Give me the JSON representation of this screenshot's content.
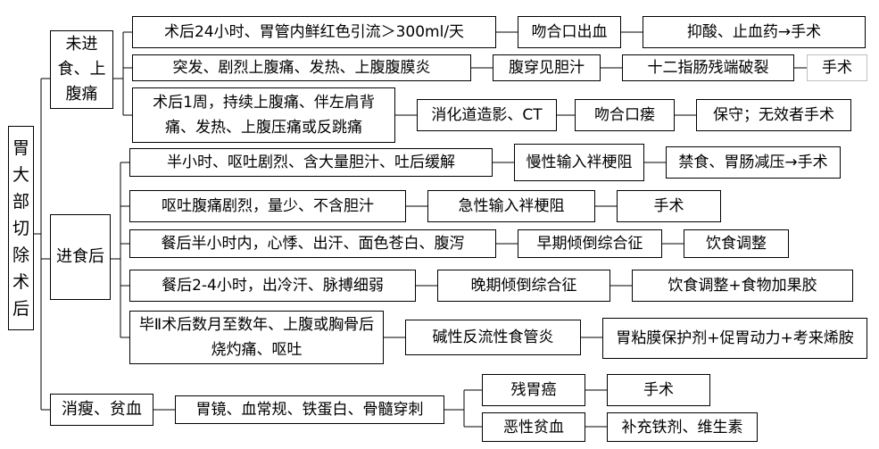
{
  "root": "胃大部切除术后",
  "groups": [
    {
      "label": "未进食、上腹痛",
      "rows": [
        {
          "condition": "术后24小时、胃管内鲜红色引流＞300ml/天",
          "diagnosis": "吻合口出血",
          "treatment": "抑酸、止血药→手术"
        },
        {
          "condition": "突发、剧烈上腹痛、发热、上腹腹膜炎",
          "diagnosis": "腹穿见胆汁",
          "finding": "十二指肠残端破裂",
          "treatment": "手术"
        },
        {
          "condition": "术后1周，持续上腹痛、伴左肩背痛、发热、上腹压痛或反跳痛",
          "diagnosis": "消化道造影、CT",
          "finding": "吻合口瘘",
          "treatment": "保守；无效者手术"
        }
      ]
    },
    {
      "label": "进食后",
      "rows": [
        {
          "condition": "半小时、呕吐剧烈、含大量胆汁、吐后缓解",
          "diagnosis": "慢性输入袢梗阻",
          "treatment": "禁食、胃肠减压→手术"
        },
        {
          "condition": "呕吐腹痛剧烈，量少、不含胆汁",
          "diagnosis": "急性输入袢梗阻",
          "treatment": "手术"
        },
        {
          "condition": "餐后半小时内，心悸、出汗、面色苍白、腹泻",
          "diagnosis": "早期倾倒综合征",
          "treatment": "饮食调整"
        },
        {
          "condition": "餐后2-4小时，出冷汗、脉搏细弱",
          "diagnosis": "晚期倾倒综合征",
          "treatment": "饮食调整+食物加果胶"
        },
        {
          "condition": "毕Ⅱ术后数月至数年、上腹或胸骨后烧灼痛、呕吐",
          "diagnosis": "碱性反流性食管炎",
          "treatment": "胃粘膜保护剂+促胃动力+考来烯胺"
        }
      ]
    },
    {
      "label": "消瘦、贫血",
      "exam": "胃镜、血常规、铁蛋白、骨髓穿刺",
      "outcomes": [
        {
          "diagnosis": "残胃癌",
          "treatment": "手术"
        },
        {
          "diagnosis": "恶性贫血",
          "treatment": "补充铁剂、维生素"
        }
      ]
    }
  ]
}
